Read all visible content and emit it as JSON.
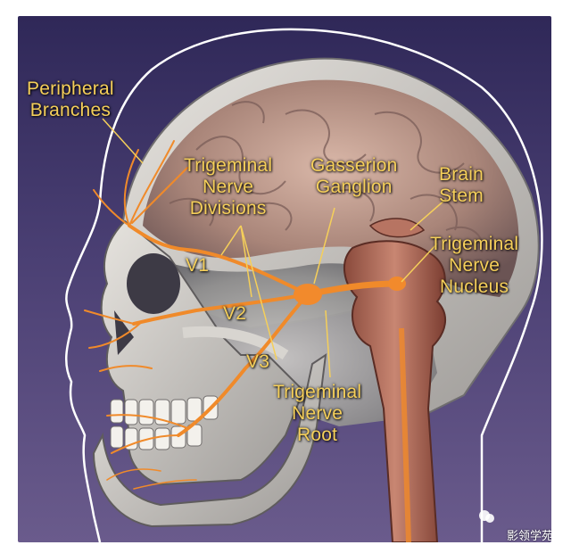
{
  "labels": {
    "peripheral": [
      "Peripheral",
      "Branches"
    ],
    "divisions": [
      "Trigeminal",
      "Nerve",
      "Divisions"
    ],
    "gasserion": [
      "Gasserion",
      "Ganglion"
    ],
    "brainstem": [
      "Brain",
      "Stem"
    ],
    "nucleus": [
      "Trigeminal",
      "Nerve",
      "Nucleus"
    ],
    "root": [
      "Trigeminal",
      "Nerve",
      "Root"
    ],
    "v1": "V1",
    "v2": "V2",
    "v3": "V3"
  },
  "watermark": "影领学苑",
  "colors": {
    "label": "#f5cf5a",
    "nerve": "#f08a2a",
    "background": "#3e3566",
    "outline": "#ffffff"
  }
}
